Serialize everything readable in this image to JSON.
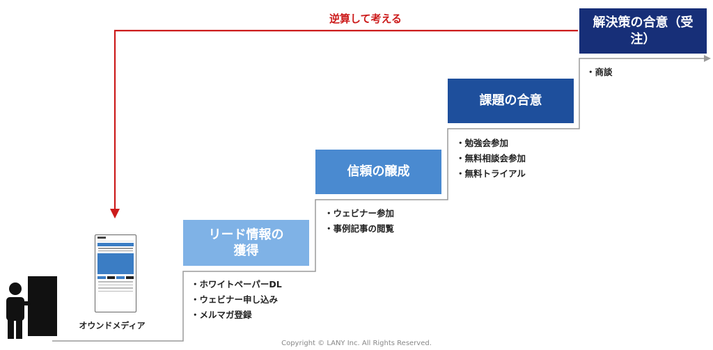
{
  "top_note": "逆算して考える",
  "stages": [
    {
      "title": "リード情報の獲得",
      "title_lines": [
        "リード情報の",
        "獲得"
      ],
      "bullets": [
        "ホワイトペーパーDL",
        "ウェビナー申し込み",
        "メルマガ登録"
      ]
    },
    {
      "title": "信頼の醸成",
      "title_lines": [
        "信頼の醸成"
      ],
      "bullets": [
        "ウェビナー参加",
        "事例記事の閲覧"
      ]
    },
    {
      "title": "課題の合意",
      "title_lines": [
        "課題の合意"
      ],
      "bullets": [
        "勉強会参加",
        "無料相談会参加",
        "無料トライアル"
      ]
    },
    {
      "title": "解決策の合意（受注）",
      "title_lines": [
        "解決策の合意（受",
        "注）"
      ],
      "bullets": [
        "商談"
      ]
    }
  ],
  "media_label": "オウンドメディア",
  "copyright": "Copyright © LANY Inc. All Rights Reserved.",
  "colors": {
    "arrow_red": "#cc1b1b",
    "stage1": "#7fb2e6",
    "stage2": "#4a8ad0",
    "stage3": "#1e4f9c",
    "stage4": "#172f78",
    "step_line": "#9a9a9a"
  }
}
